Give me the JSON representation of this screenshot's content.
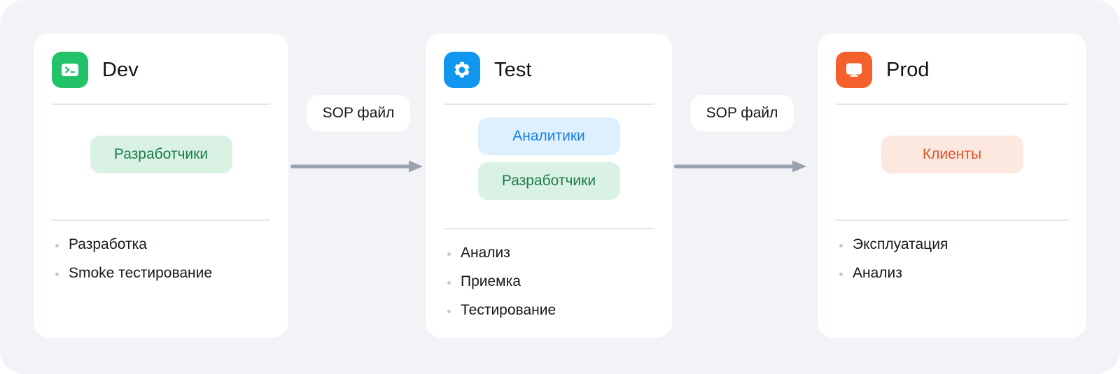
{
  "canvas": {
    "background_color": "#f1f3f7",
    "card_background": "#ffffff",
    "divider_color": "#e4e6eb",
    "arrow_color": "#9aa2b1"
  },
  "stages": [
    {
      "id": "dev",
      "title": "Dev",
      "icon": "terminal-icon",
      "icon_color": "#22c368",
      "roles": [
        {
          "label": "Разработчики",
          "style": "green"
        }
      ],
      "tasks": [
        "Разработка",
        "Smoke тестирование"
      ]
    },
    {
      "id": "test",
      "title": "Test",
      "icon": "gear-icon",
      "icon_color": "#1196f0",
      "roles": [
        {
          "label": "Аналитики",
          "style": "blue"
        },
        {
          "label": "Разработчики",
          "style": "green"
        }
      ],
      "tasks": [
        "Анализ",
        "Приемка",
        "Тестирование"
      ]
    },
    {
      "id": "prod",
      "title": "Prod",
      "icon": "monitor-icon",
      "icon_color": "#f5612c",
      "roles": [
        {
          "label": "Клиенты",
          "style": "peach"
        }
      ],
      "tasks": [
        "Эксплуатация",
        "Анализ"
      ]
    }
  ],
  "connectors": [
    {
      "id": "dev-to-test",
      "label": "SOP файл",
      "icon": "arrow-right-icon"
    },
    {
      "id": "test-to-prod",
      "label": "SOP файл",
      "icon": "arrow-right-icon"
    }
  ]
}
